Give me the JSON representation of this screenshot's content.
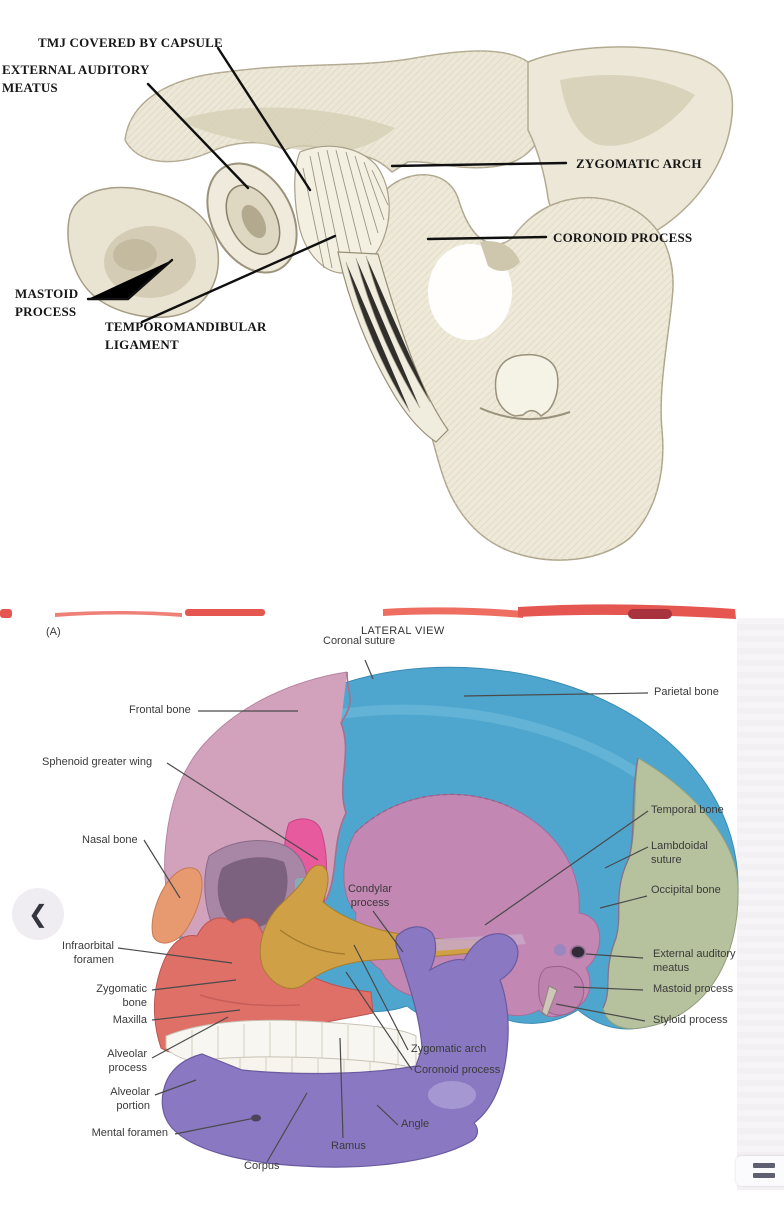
{
  "figure_tmj": {
    "description": "Line drawing of temporomandibular joint, lateral view",
    "labels": {
      "tmj_capsule": "TMJ COVERED BY CAPSULE",
      "external_auditory_meatus": "EXTERNAL AUDITORY\nMEATUS",
      "zygomatic_arch": "ZYGOMATIC ARCH",
      "coronoid_process": "CORONOID PROCESS",
      "mastoid_process": "MASTOID\nPROCESS",
      "temporomandibular_ligament": "TEMPOROMANDIBULAR\nLIGAMENT"
    }
  },
  "figure_skull": {
    "figure_letter": "(A)",
    "view_title": "LATERAL VIEW",
    "labels": {
      "coronal_suture": "Coronal suture",
      "parietal_bone": "Parietal bone",
      "frontal_bone": "Frontal bone",
      "sphenoid_greater_wing": "Sphenoid greater wing",
      "nasal_bone": "Nasal bone",
      "condylar_process": "Condylar\nprocess",
      "temporal_bone": "Temporal bone",
      "lambdoidal_suture": "Lambdoidal\nsuture",
      "occipital_bone": "Occipital bone",
      "external_auditory_meatus": "External auditory\nmeatus",
      "mastoid_process": "Mastoid process",
      "styloid_process": "Styloid process",
      "infraorbital_foramen": "Infraorbital\nforamen",
      "zygomatic_bone": "Zygomatic\nbone",
      "maxilla": "Maxilla",
      "alveolar_process": "Alveolar\nprocess",
      "alveolar_portion": "Alveolar\nportion",
      "mental_foramen": "Mental foramen",
      "zygomatic_arch": "Zygomatic arch",
      "coronoid_process": "Coronoid process",
      "angle": "Angle",
      "ramus": "Ramus",
      "corpus": "Corpus"
    },
    "colors": {
      "frontal": "#d2a2bd",
      "parietal": "#4ea6ce",
      "temporal": "#c287b2",
      "occipital": "#b6c19e",
      "sphenoid": "#e75a9e",
      "zygomatic": "#cfa045",
      "maxilla": "#de7068",
      "mandible": "#8a79c2",
      "accent_red_stripe": "#e4564f"
    }
  },
  "nav": {
    "previous_icon": "❮"
  }
}
